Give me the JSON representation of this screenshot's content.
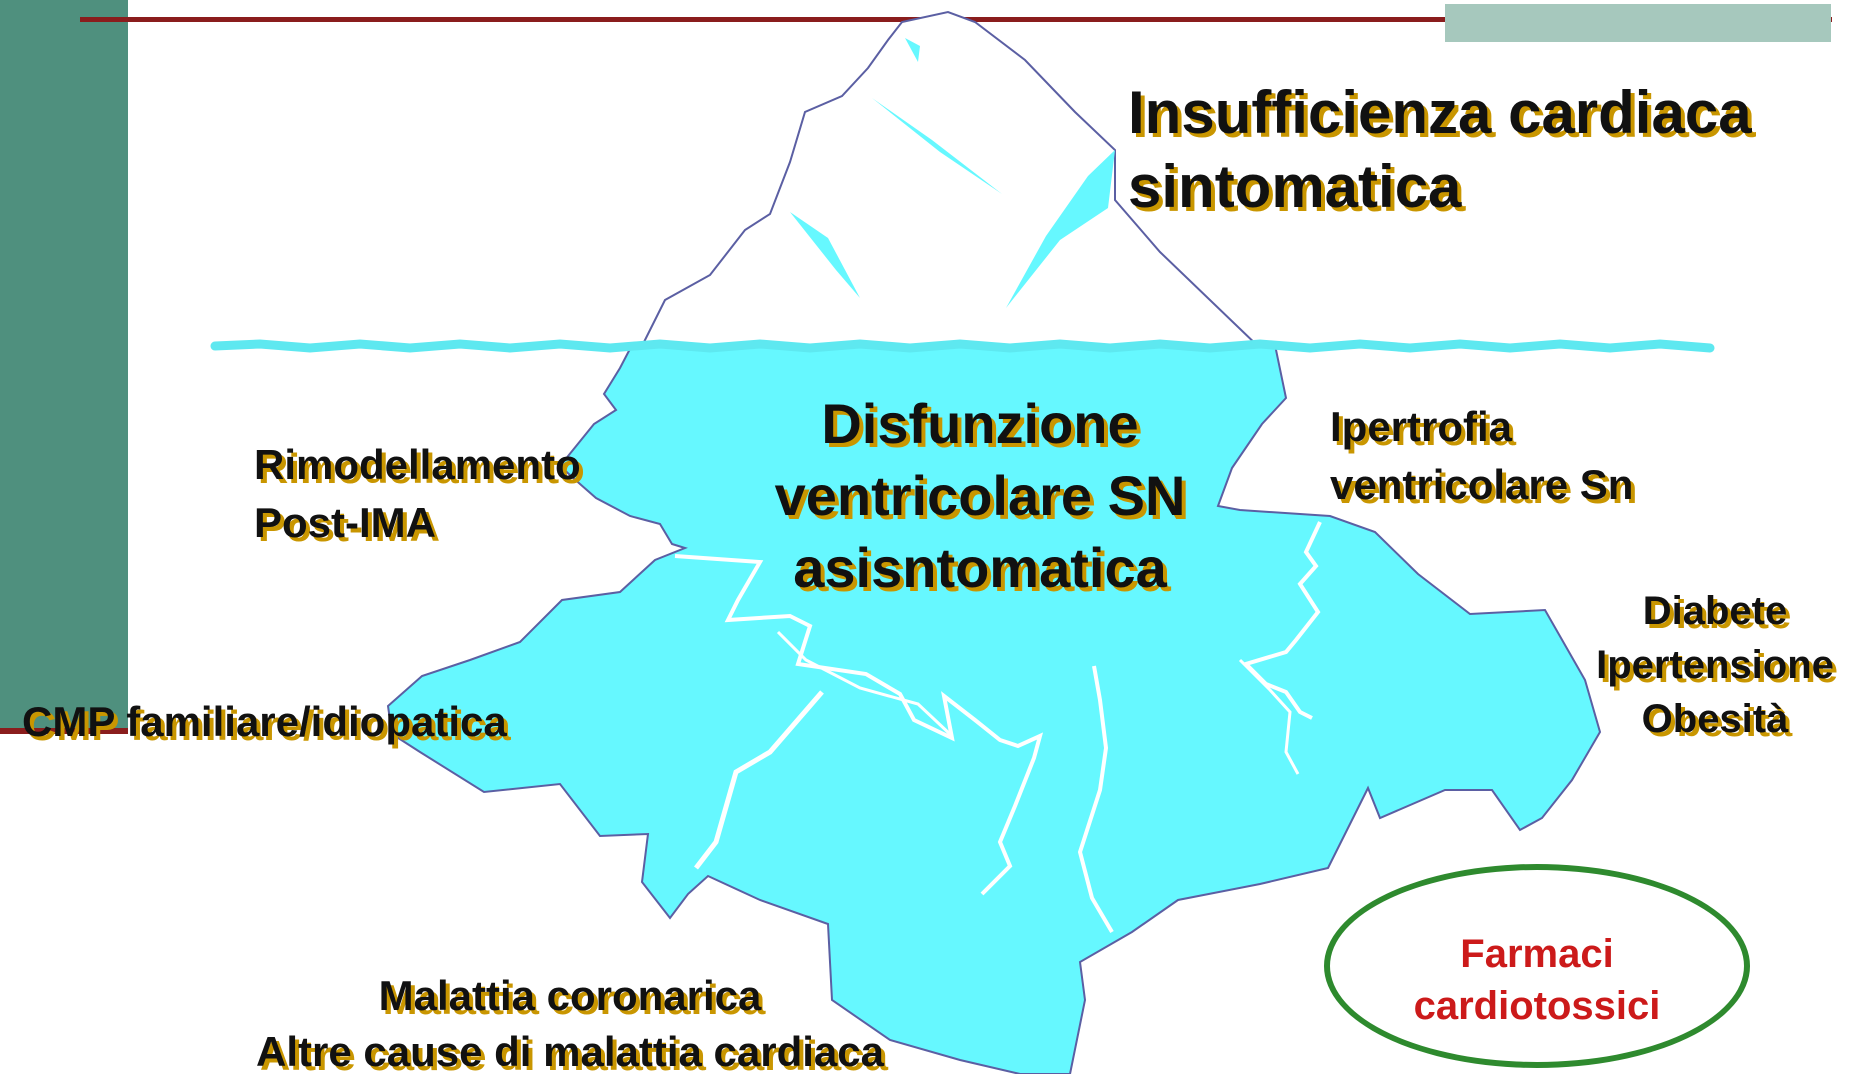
{
  "diagram": {
    "top_label": [
      "Insufficienza cardiaca",
      "sintomatica"
    ],
    "center_label": [
      "Disfunzione",
      "ventricolare SN",
      "asisntomatica"
    ],
    "causes": {
      "remodeling": [
        "Rimodellamento",
        "Post-IMA"
      ],
      "hypertrophy": [
        "Ipertrofia",
        "ventricolare Sn"
      ],
      "risk_factors": [
        "Diabete",
        "Ipertensione",
        "Obesità"
      ],
      "cardiomyopathy": [
        "CMP familiare/idiopatica"
      ],
      "coronary": [
        "Malattia coronarica",
        "Altre cause di malattia cardiaca"
      ],
      "drugs": [
        "Farmaci",
        "cardiotossici"
      ]
    },
    "colors": {
      "iceberg_submerged": "#66f8ff",
      "water_line": "#5ee8f0",
      "outline": "#5b5fa3",
      "label_shadow": "#c99600",
      "left_bar": "#4f907e",
      "rule": "#8a1d1d",
      "corner_box": "#a6c8bd",
      "drugs_border": "#2e8a2e",
      "drugs_text": "#cc1a1a"
    }
  }
}
